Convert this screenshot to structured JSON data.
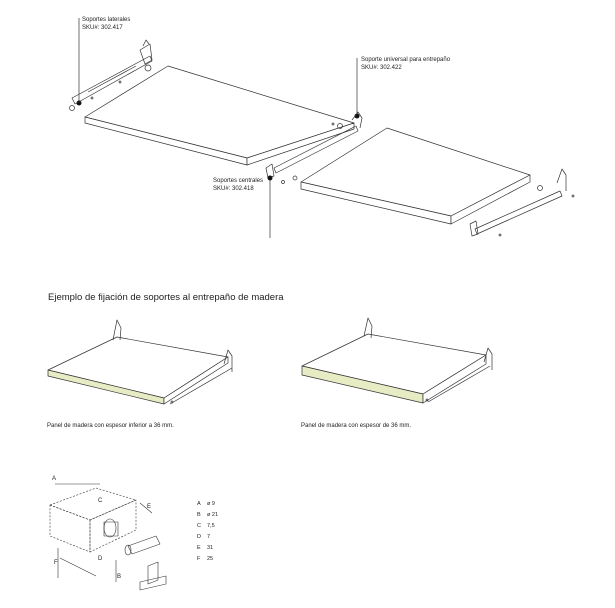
{
  "callouts": {
    "lateral": {
      "name": "Soportes laterales",
      "sku": "SKU#: 302.417"
    },
    "universal": {
      "name": "Soporte universal para entrepaño",
      "sku": "SKU#: 302.422"
    },
    "central": {
      "name": "Soportes centrales",
      "sku": "SKU#: 302.418"
    }
  },
  "heading": "Ejemplo de fijación de soportes al entrepaño de madera",
  "captions": {
    "left": "Panel de madera con espesor inferior a 36 mm.",
    "right": "Panel de madera con espesor de 36 mm."
  },
  "colors": {
    "panel_edge": "#e7ecc4",
    "line": "#333333"
  },
  "dimensions": [
    {
      "key": "A",
      "value": "ø 9"
    },
    {
      "key": "B",
      "value": "ø 21"
    },
    {
      "key": "C",
      "value": "7,5"
    },
    {
      "key": "D",
      "value": "7"
    },
    {
      "key": "E",
      "value": "31"
    },
    {
      "key": "F",
      "value": "25"
    }
  ],
  "diagram_letters": [
    "A",
    "B",
    "C",
    "D",
    "E",
    "F"
  ]
}
